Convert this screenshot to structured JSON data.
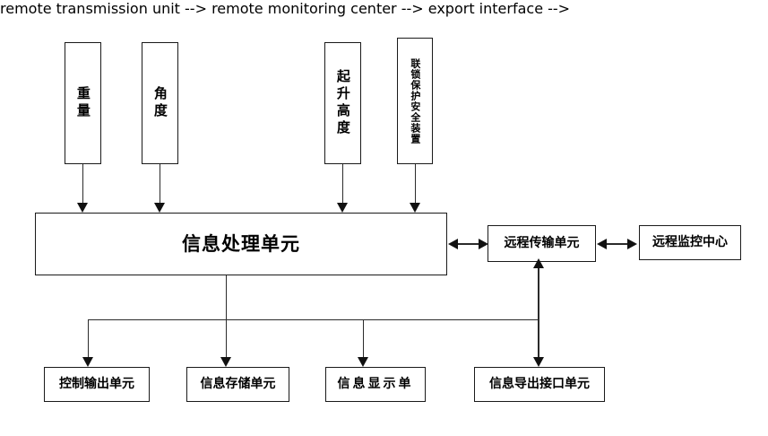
{
  "diagram": {
    "title_text_present": false,
    "background_color": "#ffffff",
    "line_color": "#2b2b2b",
    "text_color": "#000000",
    "sensors": [
      {
        "id": "weight",
        "label": "重量"
      },
      {
        "id": "angle",
        "label": "角度"
      },
      {
        "id": "lift-height",
        "label": "起升高度"
      },
      {
        "id": "interlock-safety",
        "label": "联锁保护安全装置"
      }
    ],
    "central": {
      "id": "information-processing-unit",
      "label": "信息处理单元"
    },
    "comm": [
      {
        "id": "remote-transmission-unit",
        "label": "远程传输单元"
      },
      {
        "id": "remote-monitoring-center",
        "label": "远程监控中心"
      }
    ],
    "outputs": [
      {
        "id": "control-output-unit",
        "label": "控制输出单元"
      },
      {
        "id": "information-storage-unit",
        "label": "信息存储单元"
      },
      {
        "id": "information-display-unit",
        "label": "信息显示单"
      },
      {
        "id": "information-export-interface",
        "label": "信息导出接口单元"
      }
    ]
  }
}
